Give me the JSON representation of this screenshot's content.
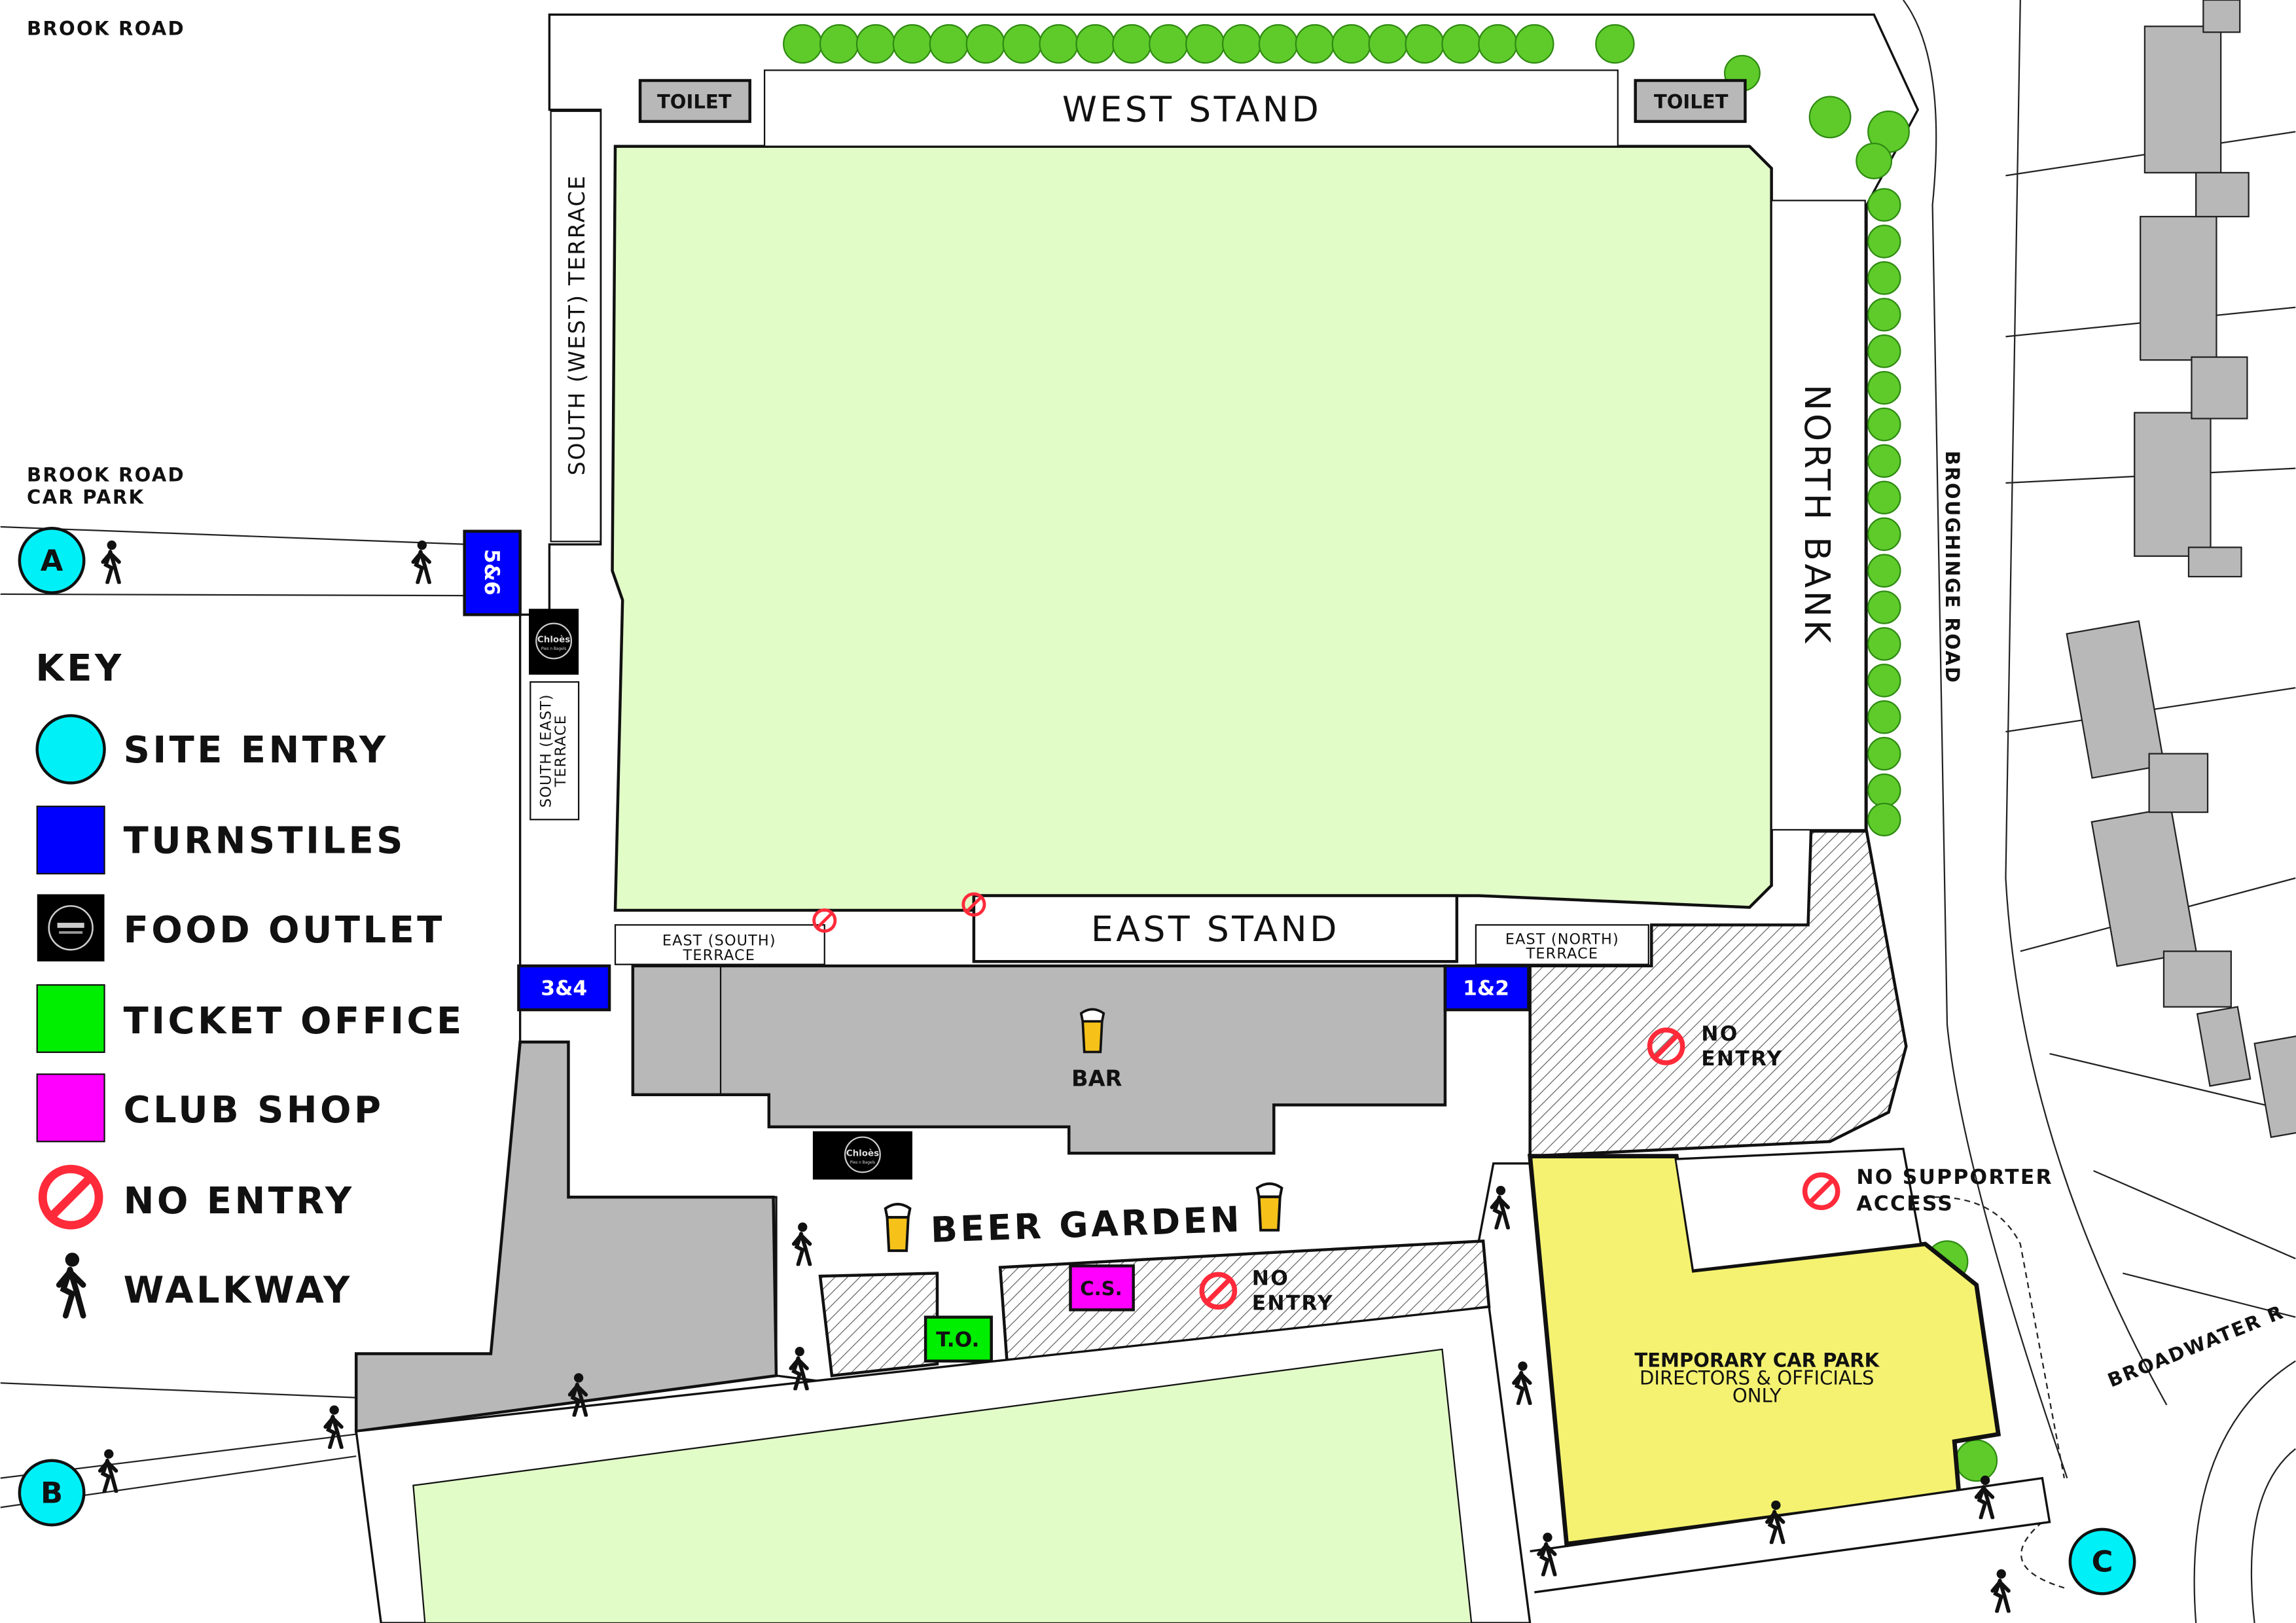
{
  "roads": {
    "brook_road": "BROOK ROAD",
    "brook_road_car_park_line1": "BROOK ROAD",
    "brook_road_car_park_line2": "CAR PARK",
    "broughinge_road": "BROUGHINGE ROAD",
    "broadwater_road": "BROADWATER R"
  },
  "stands": {
    "west_stand": "WEST STAND",
    "east_stand": "EAST STAND",
    "north_bank": "NORTH BANK",
    "south_west_terrace": "SOUTH (WEST) TERRACE",
    "south_east_terrace_line1": "SOUTH (EAST)",
    "south_east_terrace_line2": "TERRACE",
    "east_south_terrace_line1": "EAST (SOUTH)",
    "east_south_terrace_line2": "TERRACE",
    "east_north_terrace_line1": "EAST (NORTH)",
    "east_north_terrace_line2": "TERRACE",
    "toilet_west": "TOILET",
    "toilet_east": "TOILET"
  },
  "turnstiles": {
    "t56": "5&6",
    "t34": "3&4",
    "t12": "1&2"
  },
  "site_entries": {
    "a": "A",
    "b": "B",
    "c": "C"
  },
  "facilities": {
    "bar": "BAR",
    "beer_garden": "BEER GARDEN",
    "ticket_office": "T.O.",
    "club_shop": "C.S.",
    "food_outlet_logo_line1": "Chloès",
    "food_outlet_logo_line2": "Pies n Bagels"
  },
  "restrictions": {
    "no_entry_line1": "NO",
    "no_entry_line2": "ENTRY",
    "no_supporter_line1": "NO SUPPORTER",
    "no_supporter_line2": "ACCESS"
  },
  "car_park": {
    "title": "TEMPORARY CAR PARK",
    "line2": "DIRECTORS & OFFICIALS",
    "line3": "ONLY"
  },
  "key": {
    "title": "KEY",
    "items": [
      {
        "label": "SITE ENTRY",
        "icon": "cyan-circle"
      },
      {
        "label": "TURNSTILES",
        "icon": "blue-square"
      },
      {
        "label": "FOOD OUTLET",
        "icon": "food-logo-square"
      },
      {
        "label": "TICKET OFFICE",
        "icon": "green-square"
      },
      {
        "label": "CLUB SHOP",
        "icon": "magenta-square"
      },
      {
        "label": "NO ENTRY",
        "icon": "no-entry-icon"
      },
      {
        "label": "WALKWAY",
        "icon": "walking-person-icon"
      }
    ]
  },
  "colors": {
    "pitch": "#e2fcc8",
    "site_entry": "#00f0f8",
    "turnstile": "#0000ff",
    "food_outlet": "#000000",
    "ticket_office": "#00ee00",
    "club_shop": "#ff00ff",
    "no_entry": "#ff2a3a",
    "building": "#b8b8b8",
    "car_park": "#f4f270",
    "trees": "#5ecb2a"
  }
}
